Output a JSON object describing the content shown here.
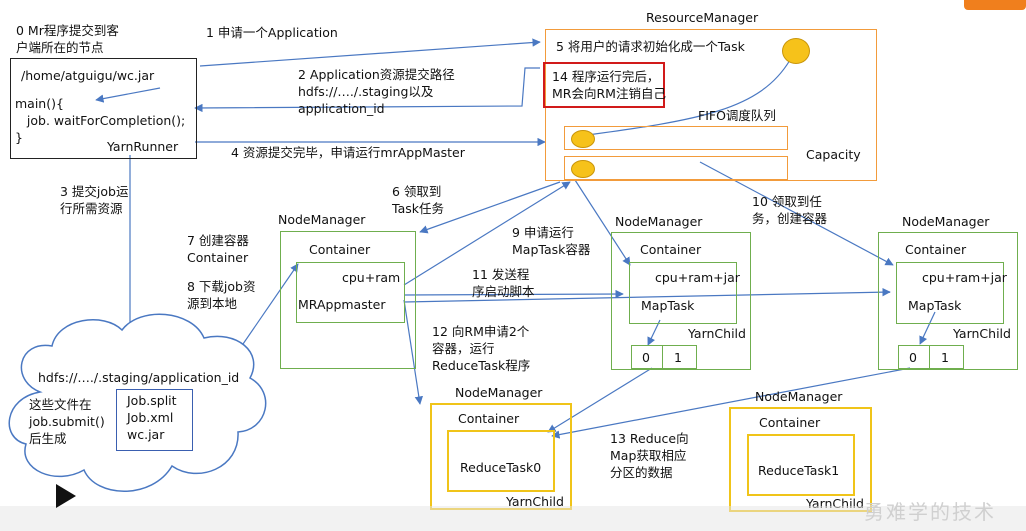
{
  "texts": {
    "step0": "0 Mr程序提交到客\n户端所在的节点",
    "step1": "1 申请一个Application",
    "step2": "2 Application资源提交路径\nhdfs://…./.staging以及\napplication_id",
    "step3": "3 提交job运\n行所需资源",
    "step4": "4 资源提交完毕，申请运行mrAppMaster",
    "step5": "5 将用户的请求初始化成一个Task",
    "step6": "6 领取到\nTask任务",
    "step7": "7 创建容器\nContainer",
    "step8": "8 下载job资\n源到本地",
    "step9": "9 申请运行\nMapTask容器",
    "step10": "10 领取到任\n务，创建容器",
    "step11": "11 发送程\n序启动脚本",
    "step12": "12 向RM申请2个\n容器，运行\nReduceTask程序",
    "step13": "13 Reduce向\nMap获取相应\n分区的数据",
    "step14": "14 程序运行完后，\nMR会向RM注销自己"
  },
  "client": {
    "jar_path": "/home/atguigu/wc.jar",
    "code": "main(){\n   job. waitForCompletion();\n}",
    "runner": "YarnRunner"
  },
  "resource_manager": {
    "title": "ResourceManager",
    "fifo": "FIFO调度队列",
    "capacity": "Capacity"
  },
  "hdfs": {
    "path": "hdfs://…./.staging/application_id",
    "note": "这些文件在\njob.submit()\n后生成",
    "files": "Job.split\nJob.xml\nwc.jar"
  },
  "nodes": {
    "nm_label": "NodeManager",
    "container_label": "Container",
    "cpu_ram": "cpu+ram",
    "cpu_ram_jar": "cpu+ram+jar",
    "mrappmaster": "MRAppmaster",
    "maptask": "MapTask",
    "yarnchild": "YarnChild",
    "part0": "0",
    "part1": "1",
    "reduce0": "ReduceTask0",
    "reduce1": "ReduceTask1"
  },
  "watermark": "勇难学的技术",
  "colors": {
    "node_green": "#6fae4e",
    "reduce_yellow": "#f0c419",
    "rm_orange": "#f29b3b",
    "arrow_blue": "#4a78c2",
    "highlight_red": "#d11a1a",
    "dot_yellow": "#f6c21a"
  }
}
